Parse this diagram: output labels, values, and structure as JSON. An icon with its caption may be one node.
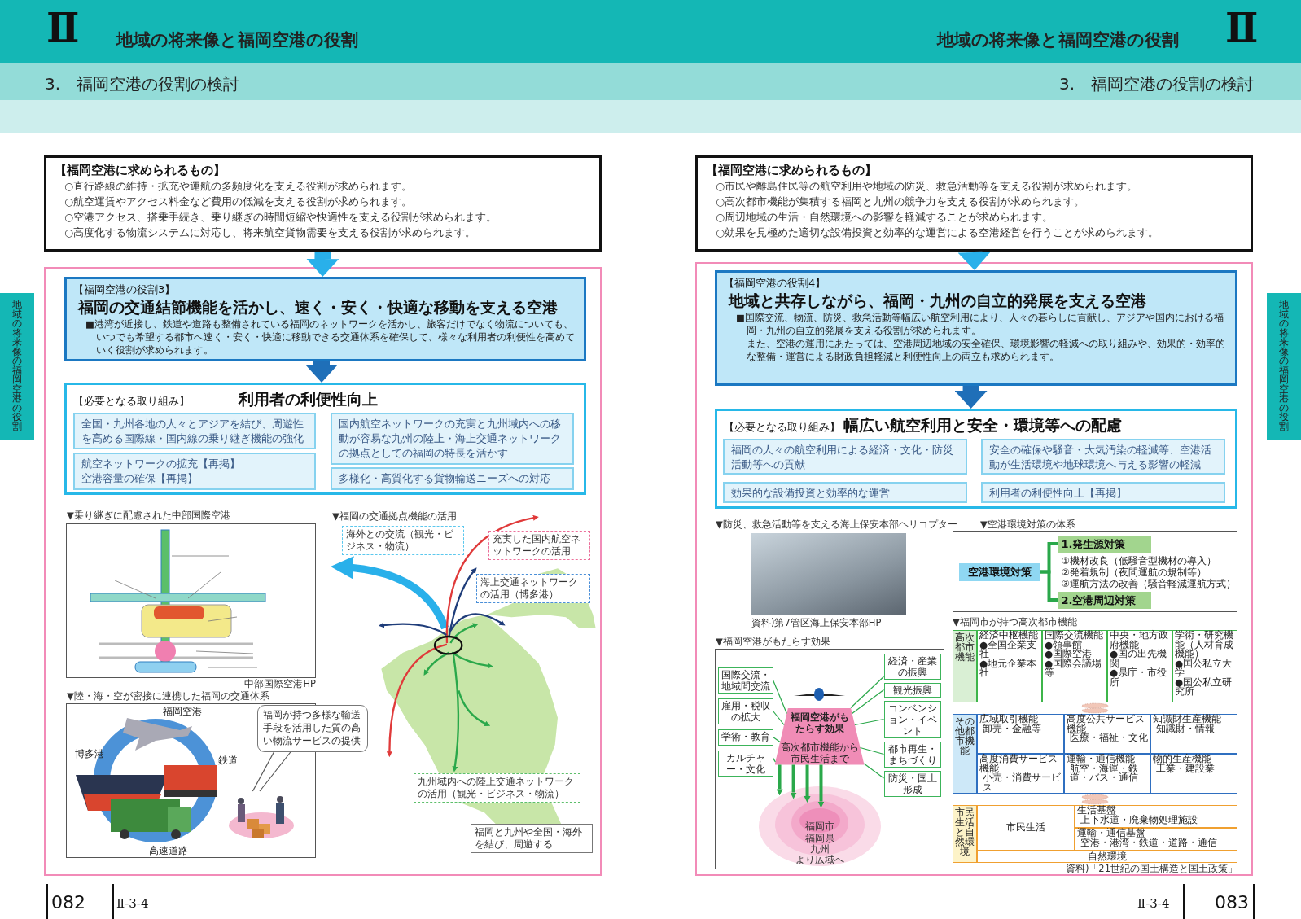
{
  "diagram": {
    "nodes": [
      {
        "text": [
          "【福岡空港に求められるもの】",
          "○直行路線の維持・拡充や運航の多頻度化を支える役割が求められます。",
          "○航空運賃やアクセス料金など費用の低減を支える役割が求められます。",
          "○空港アクセス、搭乗手続き、乗り継ぎの時間短縮や快適性を支える役割が求められます。",
          "○高度化する物流システムに対応し、将来航空貨物需要を支える役割が求められます。"
        ]
      },
      {
        "text": [],
        "shape": "box"
      },
      {
        "text": [
          "【福岡空港の役割3】",
          "福岡の交通結節機能を活かし、速く・安く・快適な移動を支える空港",
          "■港湾が近接し、鉄道や道路も整備されている福岡のネットワークを活かし、旅客だけでなく物流についても、いつでも希望する都市へ速く・安く・快適に移動できる交通体系を確保して、様々な利用者の利便性を高めていく役割が求められます。"
        ],
        "in": 1
      },
      {
        "text": [
          "【必要となる取り組み】",
          "利用者の利便性向上"
        ],
        "in": 1
      },
      {
        "text": [
          "全国・九州各地の人々とアジアを結び、周遊性を高める国際線・国内線の乗り継ぎ機能の強化"
        ],
        "in": 3
      },
      {
        "text": [
          "国内航空ネットワークの充実と九州域内への移動が容易な九州の陸上・海上交通ネットワークの拠点としての福岡の特長を活かす"
        ],
        "in": 3
      },
      {
        "text": [
          "航空ネットワークの拡充【再掲】",
          "空港容量の確保【再掲】"
        ],
        "in": 3
      },
      {
        "text": [
          "多様化・高質化する貨物輸送ニーズへの対応"
        ],
        "in": 3
      },
      {
        "text": [
          "福岡が持つ多様な輸送手段を活用した質の高い物流サービスの提供"
        ],
        "in": 1
      },
      {
        "text": [],
        "shape": "picture",
        "in": 1
      },
      {
        "text": [
          "【福岡空港に求められるもの】",
          "○市民や離島住民等の航空利用や地域の防災、救急活動等を支える役割が求められます。",
          "○高次都市機能が集積する福岡と九州の競争力を支える役割が求められます。",
          "○周辺地域の生活・自然環境への影響を軽減することが求められます。",
          "○効果を見極めた適切な設備投資と効率的な運営による空港経営を行うことが求められます。"
        ]
      },
      {
        "text": [],
        "shape": "box"
      },
      {
        "text": [
          "【福岡空港の役割4】",
          "地域と共存しながら、福岡・九州の自立的発展を支える空港",
          "■国際交流、物流、防災、救急活動等幅広い航空利用により、人々の暮らしに貢献し、アジアや国内における福岡・九州の自立的発展を支える役割が求められます。",
          "また、空港の運用にあたっては、空港周辺地域の安全確保、環境影響の軽減への取り組みや、効果的・効率的な整備・運営による財政負担軽減と利便性向上の両立も求められます。"
        ],
        "in": 11
      },
      {
        "text": [
          "【必要となる取り組み】",
          "幅広い航空利用と安全・環境等への配慮"
        ],
        "in": 11
      },
      {
        "text": [
          "福岡の人々の航空利用による経済・文化・防災活動等への貢献"
        ],
        "in": 13
      },
      {
        "text": [
          "安全の確保や騒音・大気汚染の軽減等、空港活動が生活環境や地球環境へ与える影響の軽減"
        ],
        "in": 13
      },
      {
        "text": [
          "効果的な設備投資と効率的な運営"
        ],
        "in": 13
      },
      {
        "text": [
          "利用者の利便性向上【再掲】"
        ],
        "in": 13
      },
      {
        "text": [],
        "shape": "box",
        "in": 11
      },
      {
        "text": [
          "空港環境対策"
        ],
        "in": 18
      },
      {
        "text": [
          "1.発生源対策"
        ],
        "beside": [
          "①機材改良（低騒音型機材の導入）",
          "②発着規制（夜間運航の規制等）",
          "③運航方法の改善（騒音軽減運航方式）"
        ],
        "in": 18
      },
      {
        "text": [
          "2.空港周辺対策"
        ],
        "in": 18
      },
      {
        "text": [],
        "shape": "box",
        "in": 11
      },
      {
        "text": [
          "福岡空港がもたらす効果",
          "高次都市機能から市民生活まで"
        ],
        "in": 22
      },
      {
        "text": [
          "国際交流・地域間交流"
        ],
        "in": 22
      },
      {
        "text": [
          "雇用・税収の拡大"
        ],
        "in": 22
      },
      {
        "text": [
          "学術・教育"
        ],
        "in": 22
      },
      {
        "text": [
          "カルチャー・文化"
        ],
        "in": 22
      },
      {
        "text": [
          "経済・産業の振興"
        ],
        "in": 22
      },
      {
        "text": [
          "観光振興"
        ],
        "in": 22
      },
      {
        "text": [
          "コンベンション・イベント"
        ],
        "in": 22
      },
      {
        "text": [
          "都市再生・まちづくり"
        ],
        "in": 22
      },
      {
        "text": [
          "防災・国土形成"
        ],
        "in": 22
      },
      {
        "text": [
          "より広域へ"
        ],
        "in": 22
      },
      {
        "text": [
          "九州"
        ],
        "in": 33
      },
      {
        "text": [
          "福岡県"
        ],
        "in": 34
      },
      {
        "text": [
          "福岡市"
        ],
        "in": 35
      }
    ],
    "edges": [
      {
        "from": 0,
        "to": 2,
        "arrow": "to",
        "style": "thick",
        "color": "#29b0ea"
      },
      {
        "from": 2,
        "to": 3,
        "arrow": "to",
        "style": "thick",
        "color": "#1f6fb8"
      },
      {
        "from": 8,
        "to": 9,
        "arrow": "none",
        "color": "#555555"
      },
      {
        "from": 8,
        "to": 9,
        "arrow": "none",
        "color": "#555555"
      },
      {
        "from": 10,
        "to": 12,
        "arrow": "to",
        "style": "thick",
        "color": "#29b0ea"
      },
      {
        "from": 12,
        "to": 13,
        "arrow": "to",
        "style": "thick",
        "color": "#1f6fb8"
      },
      {
        "from": 19,
        "to": 20,
        "arrow": "none",
        "style": "thick"
      },
      {
        "from": 19,
        "to": 21,
        "arrow": "none",
        "style": "thick"
      },
      {
        "from": 24,
        "to": 23,
        "arrow": "none"
      },
      {
        "from": 25,
        "to": 23,
        "arrow": "none"
      },
      {
        "from": 26,
        "to": 23,
        "arrow": "none"
      },
      {
        "from": 27,
        "to": 23,
        "arrow": "none"
      },
      {
        "from": 28,
        "to": 23,
        "arrow": "none"
      },
      {
        "from": 29,
        "to": 23,
        "arrow": "none"
      },
      {
        "from": 30,
        "to": 23,
        "arrow": "none"
      },
      {
        "from": 31,
        "to": 23,
        "arrow": "none"
      },
      {
        "from": 32,
        "to": 23,
        "arrow": "none"
      },
      {
        "from": 23,
        "to": 33,
        "arrow": "to",
        "style": "thick"
      },
      {
        "from": 23,
        "to": 34,
        "arrow": "to",
        "style": "thick"
      },
      {
        "from": 23,
        "to": 35,
        "arrow": "to",
        "style": "thick"
      },
      {
        "from": 23,
        "to": 36,
        "arrow": "to",
        "style": "thick"
      }
    ],
    "labels": [
      "Ⅱ",
      "地域の将来像と福岡空港の役割",
      "地域の将来像と福岡空港の役割",
      "Ⅱ",
      "3.　福岡空港の役割の検討",
      "3.　福岡空港の役割の検討",
      "地域の将来像の福岡空港の役割",
      "地域の将来像の福岡空港の役割",
      "▼乗り継ぎに配慮された中部国際空港",
      "▼福岡の交通拠点機能の活用",
      "海外との交流（観光・ビジネス・物流）",
      "充実した国内航空ネットワークの活用",
      "海上交通ネットワークの活用（博多港）",
      "中部国際空港HP",
      "▼陸・海・空が密接に連携した福岡の交通体系",
      "福岡空港",
      "博多港",
      "鉄道",
      "九州域内への陸上交通ネットワークの活用（観光・ビジネス・物流）",
      "高速道路",
      "福岡と九州や全国・海外を結び、周遊する",
      "▼防災、救急活動等を支える海上保安本部ヘリコプター",
      "▼空港環境対策の体系",
      "資料)第7管区海上保安本部HP",
      "▼福岡空港がもたらす効果",
      "▼福岡市が持つ高次都市機能",
      "高次都市機能",
      "経済中枢機能",
      "●全国企業支社",
      "●地元企業本社",
      "国際交流機能",
      "●領事館",
      "●国際空港",
      "●国際会議場等",
      "中央・地方政府機能",
      "●国の出先機関",
      "●県庁・市役所",
      "学術・研究機能（人材育成機能）",
      "●国公私立大学",
      "●国公私立研究所",
      "その他都市機能",
      "広域取引機能",
      "卸売・金融等",
      "高度公共サービス機能",
      "医療・福祉・文化",
      "知識財生産機能",
      "知識財・情報",
      "高度消費サービス機能",
      "小売・消費サービス",
      "運輸・通信機能",
      "航空・海運・鉄道・バス・通信",
      "物的生産機能",
      "工業・建設業",
      "市民生活と自然環境",
      "市民生活",
      "生活基盤",
      "上下水道・廃棄物処理施設",
      "運輸・通信基盤",
      "空港・港湾・鉄道・道路・通信",
      "自然環境",
      "資料)「21世紀の国土構造と国土政策」",
      "082",
      "Ⅱ-3-4",
      "Ⅱ-3-4",
      "083"
    ]
  }
}
